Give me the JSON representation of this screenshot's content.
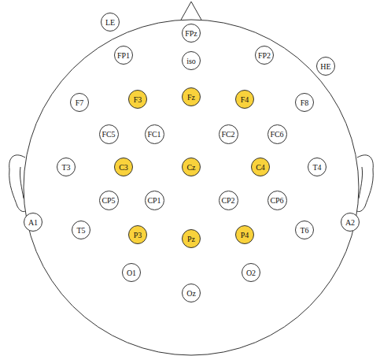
{
  "diagram": {
    "nodes": [
      {
        "text": [
          "LE"
        ]
      },
      {
        "text": [
          "FPz"
        ]
      },
      {
        "text": [
          "FP1"
        ]
      },
      {
        "text": [
          "iso"
        ]
      },
      {
        "text": [
          "FP2"
        ]
      },
      {
        "text": [
          "HE"
        ]
      },
      {
        "text": [
          "F7"
        ]
      },
      {
        "text": [
          "F3"
        ]
      },
      {
        "text": [
          "Fz"
        ]
      },
      {
        "text": [
          "F4"
        ]
      },
      {
        "text": [
          "F8"
        ]
      },
      {
        "text": [
          "FC5"
        ]
      },
      {
        "text": [
          "FC1"
        ]
      },
      {
        "text": [
          "FC2"
        ]
      },
      {
        "text": [
          "FC6"
        ]
      },
      {
        "text": [
          "T3"
        ]
      },
      {
        "text": [
          "C3"
        ]
      },
      {
        "text": [
          "Cz"
        ]
      },
      {
        "text": [
          "C4"
        ]
      },
      {
        "text": [
          "T4"
        ]
      },
      {
        "text": [
          "CP5"
        ]
      },
      {
        "text": [
          "CP1"
        ]
      },
      {
        "text": [
          "CP2"
        ]
      },
      {
        "text": [
          "CP6"
        ]
      },
      {
        "text": [
          "A1"
        ]
      },
      {
        "text": [
          "A2"
        ]
      },
      {
        "text": [
          "T5"
        ]
      },
      {
        "text": [
          "P3"
        ]
      },
      {
        "text": [
          "Pz"
        ]
      },
      {
        "text": [
          "P4"
        ]
      },
      {
        "text": [
          "T6"
        ]
      },
      {
        "text": [
          "O1"
        ]
      },
      {
        "text": [
          "O2"
        ]
      },
      {
        "text": [
          "Oz"
        ]
      }
    ]
  }
}
